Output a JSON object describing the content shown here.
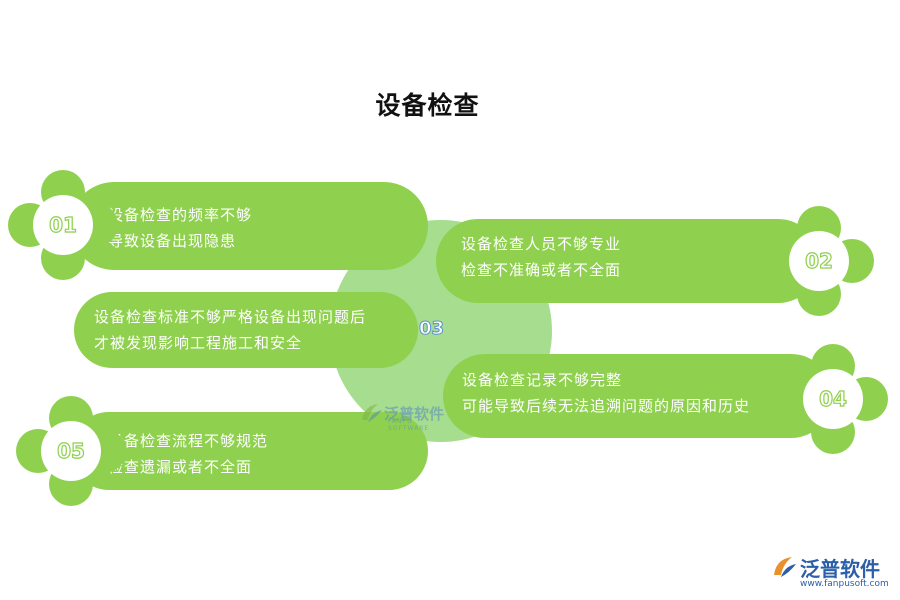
{
  "title": "设备检查",
  "accent_color": "#8fd14f",
  "center_color": "#a6dd8e",
  "items": [
    {
      "num": "01",
      "lines": [
        "设备检查的频率不够",
        "导致设备出现隐患"
      ]
    },
    {
      "num": "02",
      "lines": [
        "设备检查人员不够专业",
        "检查不准确或者不全面"
      ]
    },
    {
      "num": "03",
      "lines": [
        "设备检查标准不够严格设备出现问题后",
        "才被发现影响工程施工和安全"
      ]
    },
    {
      "num": "04",
      "lines": [
        "设备检查记录不够完整",
        "可能导致后续无法追溯问题的原因和历史"
      ]
    },
    {
      "num": "05",
      "lines": [
        "设备检查流程不够规范",
        "检查遗漏或者不全面"
      ]
    }
  ],
  "watermark": {
    "text": "泛普软件",
    "sub": "FANPU SOFTWARE"
  },
  "logo": {
    "text": "泛普软件",
    "url": "www.fanpusoft.com"
  }
}
